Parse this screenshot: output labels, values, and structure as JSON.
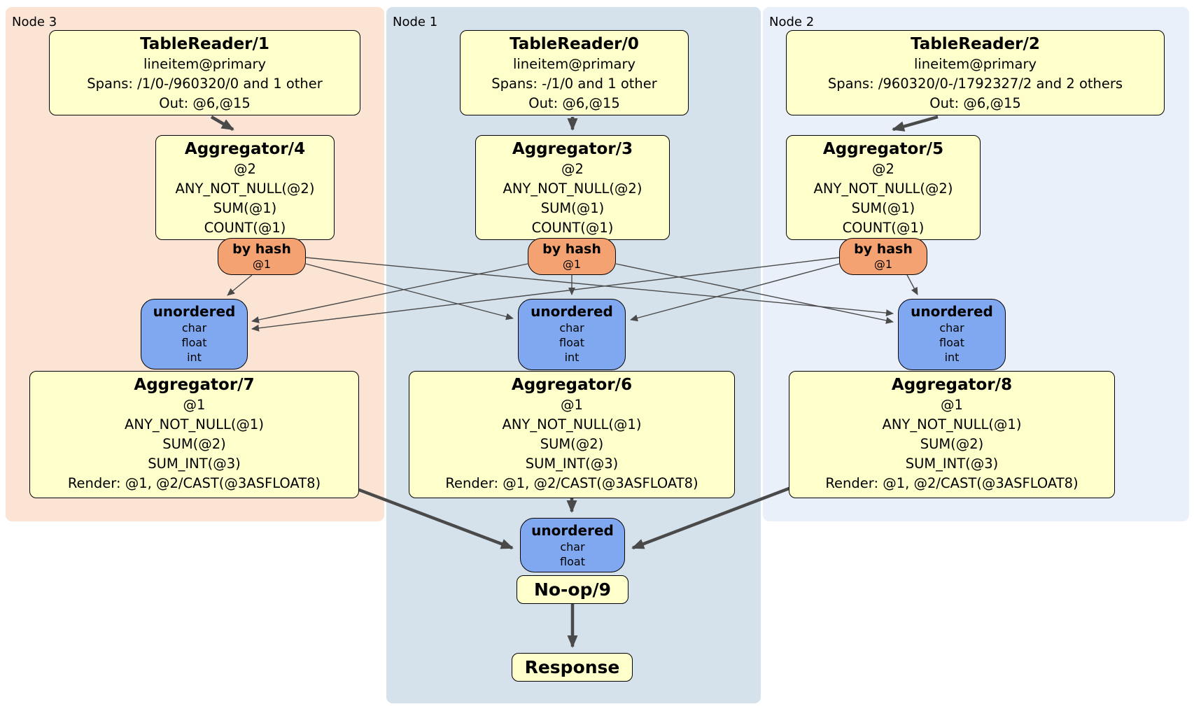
{
  "colors": {
    "processor_fill": "#ffffcc",
    "router_fill": "#f4a272",
    "sync_fill": "#7fa8f0",
    "node3_bg": "#fce4d4",
    "node1_bg": "#d5e2ec",
    "node2_bg": "#eaf0fa",
    "edge": "#4a4a4a"
  },
  "panels": {
    "node3": {
      "label": "Node 3"
    },
    "node1": {
      "label": "Node 1"
    },
    "node2": {
      "label": "Node 2"
    }
  },
  "processors": {
    "table_reader_1": {
      "title": "TableReader/1",
      "lines": [
        "lineitem@primary",
        "Spans: /1/0-/960320/0 and 1 other",
        "Out: @6,@15"
      ]
    },
    "table_reader_0": {
      "title": "TableReader/0",
      "lines": [
        "lineitem@primary",
        "Spans: -/1/0 and 1 other",
        "Out: @6,@15"
      ]
    },
    "table_reader_2": {
      "title": "TableReader/2",
      "lines": [
        "lineitem@primary",
        "Spans: /960320/0-/1792327/2 and 2 others",
        "Out: @6,@15"
      ]
    },
    "aggregator_4": {
      "title": "Aggregator/4",
      "lines": [
        "@2",
        "ANY_NOT_NULL(@2)",
        "SUM(@1)",
        "COUNT(@1)"
      ]
    },
    "aggregator_3": {
      "title": "Aggregator/3",
      "lines": [
        "@2",
        "ANY_NOT_NULL(@2)",
        "SUM(@1)",
        "COUNT(@1)"
      ]
    },
    "aggregator_5": {
      "title": "Aggregator/5",
      "lines": [
        "@2",
        "ANY_NOT_NULL(@2)",
        "SUM(@1)",
        "COUNT(@1)"
      ]
    },
    "aggregator_7": {
      "title": "Aggregator/7",
      "lines": [
        "@1",
        "ANY_NOT_NULL(@1)",
        "SUM(@2)",
        "SUM_INT(@3)",
        "Render: @1, @2/CAST(@3ASFLOAT8)"
      ]
    },
    "aggregator_6": {
      "title": "Aggregator/6",
      "lines": [
        "@1",
        "ANY_NOT_NULL(@1)",
        "SUM(@2)",
        "SUM_INT(@3)",
        "Render: @1, @2/CAST(@3ASFLOAT8)"
      ]
    },
    "aggregator_8": {
      "title": "Aggregator/8",
      "lines": [
        "@1",
        "ANY_NOT_NULL(@1)",
        "SUM(@2)",
        "SUM_INT(@3)",
        "Render: @1, @2/CAST(@3ASFLOAT8)"
      ]
    },
    "no_op_9": {
      "title": "No-op/9"
    },
    "response": {
      "title": "Response"
    }
  },
  "routers": {
    "hash_node3": {
      "title": "by hash",
      "lines": [
        "@1"
      ]
    },
    "hash_node1": {
      "title": "by hash",
      "lines": [
        "@1"
      ]
    },
    "hash_node2": {
      "title": "by hash",
      "lines": [
        "@1"
      ]
    }
  },
  "syncs": {
    "unordered_node3": {
      "title": "unordered",
      "lines": [
        "char",
        "float",
        "int"
      ]
    },
    "unordered_node1": {
      "title": "unordered",
      "lines": [
        "char",
        "float",
        "int"
      ]
    },
    "unordered_node2": {
      "title": "unordered",
      "lines": [
        "char",
        "float",
        "int"
      ]
    },
    "unordered_final": {
      "title": "unordered",
      "lines": [
        "char",
        "float"
      ]
    }
  }
}
